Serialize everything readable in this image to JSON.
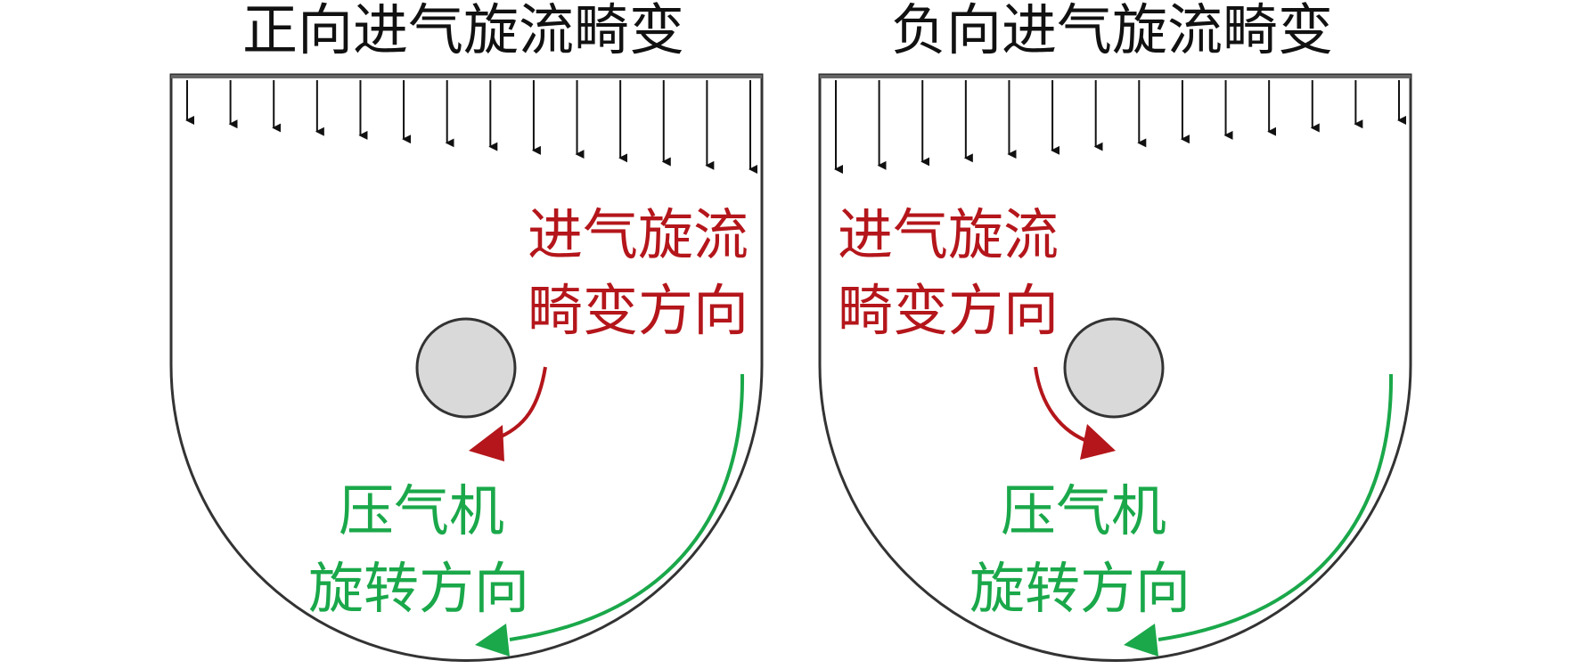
{
  "panels": [
    {
      "title": "正向进气旋流畸变",
      "distortion_label_line1": "进气旋流",
      "distortion_label_line2": "畸变方向",
      "compressor_label_line1": "压气机",
      "compressor_label_line2": "旋转方向",
      "inlet_velocity_trend": "increasing-left-to-right",
      "distortion_direction": "clockwise",
      "compressor_rotation": "clockwise"
    },
    {
      "title": "负向进气旋流畸变",
      "distortion_label_line1": "进气旋流",
      "distortion_label_line2": "畸变方向",
      "compressor_label_line1": "压气机",
      "compressor_label_line2": "旋转方向",
      "inlet_velocity_trend": "decreasing-left-to-right",
      "distortion_direction": "counterclockwise",
      "compressor_rotation": "clockwise"
    }
  ],
  "colors": {
    "distortion": "#b4161b",
    "compressor": "#1aa84a",
    "outline": "#333333",
    "hub": "#d9d9d9",
    "title": "#111111"
  }
}
